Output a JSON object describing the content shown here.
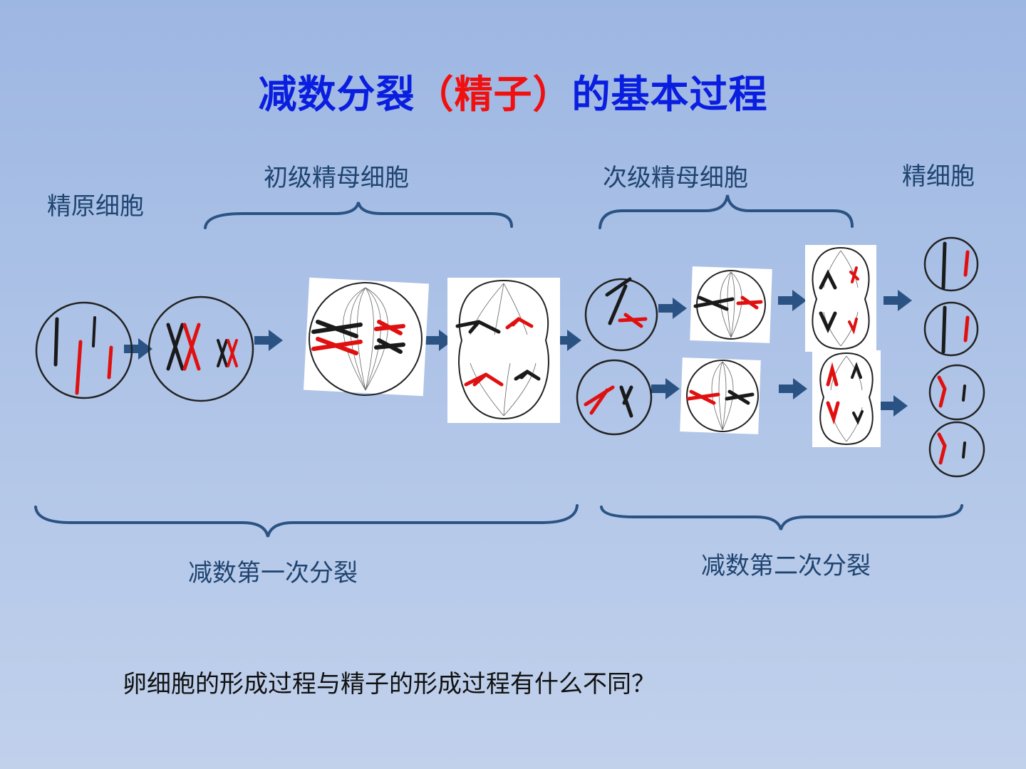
{
  "title": {
    "part1": "减数分裂",
    "part2": "（精子）",
    "part3": "的基本过程"
  },
  "labels": {
    "spermatogonium": "精原细胞",
    "primary_spermatocyte": "初级精母细胞",
    "secondary_spermatocyte": "次级精母细胞",
    "spermatid": "精细胞",
    "meiosis_one": "减数第一次分裂",
    "meiosis_two": "减数第二次分裂"
  },
  "question": "卵细胞的形成过程与精子的形成过程有什么不同？",
  "colors": {
    "title_blue": "#0a1ee0",
    "title_red": "#f01010",
    "label": "#1f4470",
    "arrow": "#2a5384",
    "chrom_black": "#1a1a1a",
    "chrom_red": "#e01010"
  }
}
